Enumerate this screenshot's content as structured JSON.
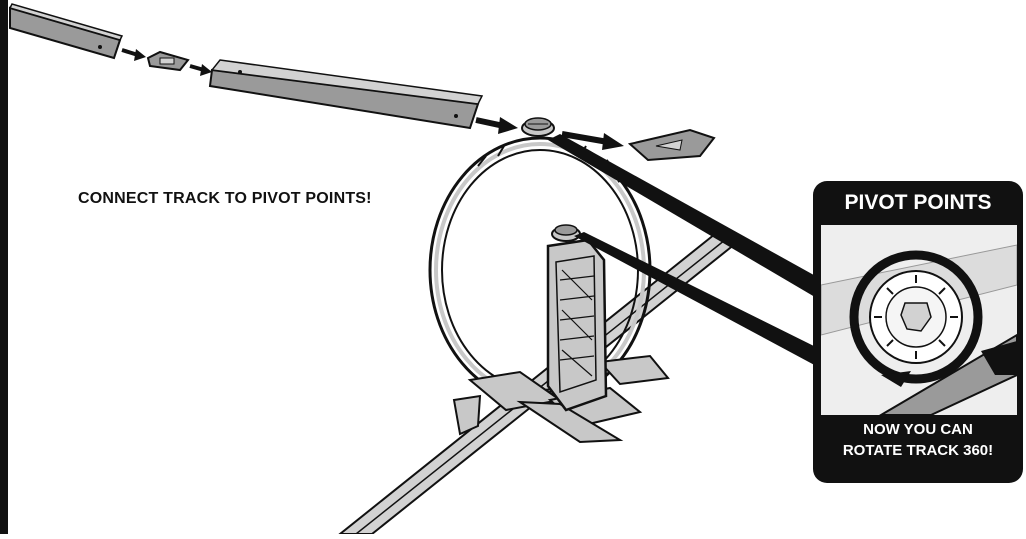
{
  "callout": {
    "main_text": "CONNECT TRACK TO PIVOT POINTS!"
  },
  "inset": {
    "title": "PIVOT POINTS",
    "caption_line1": "NOW YOU CAN",
    "caption_line2": "ROTATE TRACK 360!"
  },
  "colors": {
    "ink": "#111111",
    "track_fill": "#9a9a9a",
    "track_light": "#d2d2d2",
    "part_fill": "#c8c8c8"
  },
  "icons": [
    "arrow-icon",
    "rotate-arrow-icon",
    "pivot-gear-icon"
  ]
}
